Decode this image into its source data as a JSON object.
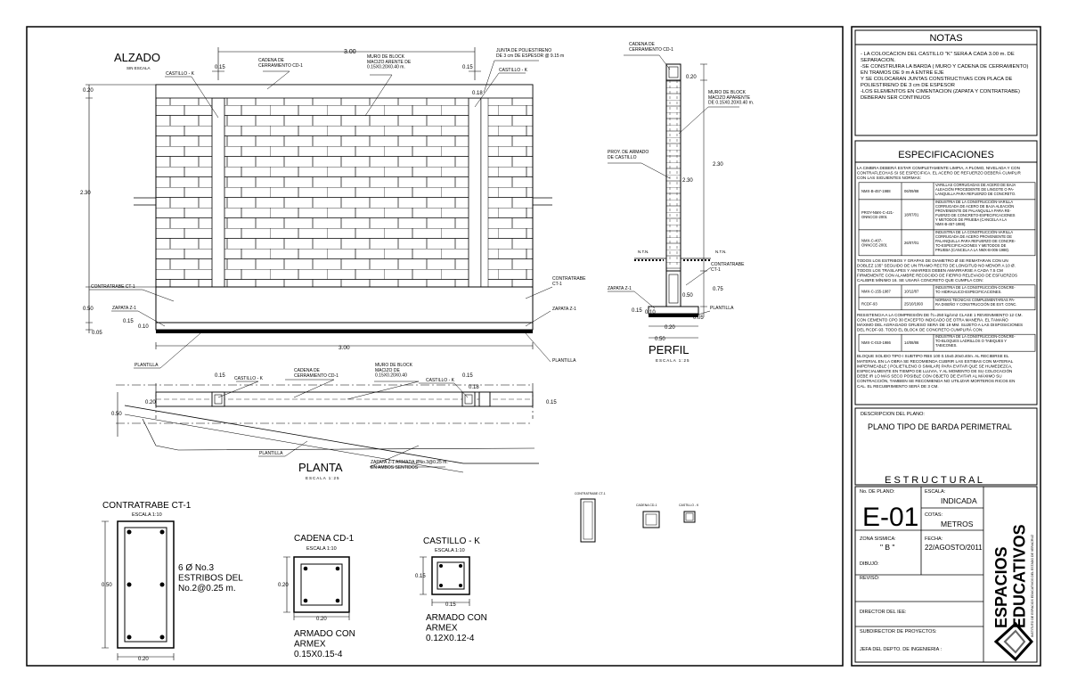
{
  "alzado": {
    "title": "ALZADO",
    "scale": "SIN ESCALA",
    "dim_total": "3.00",
    "dim_castillo_left": "0.15",
    "dim_castillo_right": "0.15",
    "dim_top": "0.20",
    "dim_height": "2.30",
    "dim_contratrabe": "0.50",
    "dim_bottom": "0.05",
    "dim_zapata_a": "0.15",
    "dim_zapata_b": "0.10",
    "dim_bottom_total": "3.00",
    "dim_joint": "0.18",
    "label_castillo_left": "CASTILLO - K",
    "label_castillo_right": "CASTILLO - K",
    "label_cadena": "CADENA DE\nCERRAMIENTO CD-1",
    "label_muro": "MURO DE BLOCK\nMACIZO ARENTE DE\n0.15X0.20X0.40 m.",
    "label_junta": "JUNTA DE POLIESTIRENO\nDE 3 cm DE ESPESOR @ 9.15 m",
    "label_contratrabe_l": "CONTRATRABE CT-1",
    "label_contratrabe_r": "CONTRATRABE\nCT-1",
    "label_zapata_l": "ZAPATA Z-1",
    "label_zapata_r": "ZAPATA Z-1",
    "label_plantilla_l": "PLANTILLA",
    "label_plantilla_r": "PLANTILLA"
  },
  "planta": {
    "title": "PLANTA",
    "scale": "ESCALA 1:25",
    "dim_c1": "0.15",
    "dim_c2": "0.15",
    "dim_joint": "0.18",
    "dim_width": "0.50",
    "dim_left": "0.20",
    "dim_right": "0.15",
    "label_castillo_l": "CASTILLO - K",
    "label_castillo_r": "CASTILLO - K",
    "label_cadena": "CADENA DE\nCERRAMIENTO CD-1",
    "label_muro": "MURO DE BLOCK\nMACIZO DE\n0.15X0.20X0.40",
    "label_plantilla": "PLANTILLA",
    "label_zapata": "ZAPATA Z-1 ARMADA ØNo.3@0.25 m.\nEN AMBOS SENTIDOS"
  },
  "perfil": {
    "title": "PERFIL",
    "scale": "ESCALA 1:25",
    "label_cadena": "CADENA DE\nCERRAMIENTO CD-1",
    "label_muro": "MURO DE BLOCK\nMACIZO APARENTE\nDE 0.15X0.20X0.40 m.",
    "label_proy": "PROY. DE ARMADO\nDE CASTILLO",
    "label_ntn_l": "N.T.N.",
    "label_ntn_r": "N.T.N.",
    "label_contratrabe": "CONTRATRABE\nCT-1",
    "label_zapata": "ZAPATA Z-1",
    "label_plantilla": "PLANTILLA",
    "dim_top": "0.20",
    "dim_height": "2.30",
    "dim_075": "0.75",
    "dim_050v": "0.50",
    "dim_005": "0.05",
    "dim_015": "0.15",
    "dim_010": "0.10",
    "dim_020": "0.20",
    "dim_050h": "0.50"
  },
  "contratrabe": {
    "title": "CONTRATRABE CT-1",
    "scale": "ESCALA 1:10",
    "rebar": "6 Ø No.3\nESTRIBOS DEL\nNo.2@0.25 m.",
    "dim_h": "0.50",
    "dim_w": "0.20"
  },
  "cadena": {
    "title": "CADENA CD-1",
    "scale": "ESCALA 1:10",
    "dim_h": "0.20",
    "dim_w": "0.20",
    "caption": "ARMADO CON\nARMEX\n0.15X0.15-4"
  },
  "castillo": {
    "title": "CASTILLO - K",
    "scale": "ESCALA 1:10",
    "dim_h": "0.15",
    "dim_w": "0.15",
    "caption": "ARMADO CON\nARMEX\n0.12X0.12-4"
  },
  "mini": {
    "ct_label": "CONTRATRABE CT-1",
    "cd_label": "CADENA CD-1",
    "ck_label": "CASTILLO - K"
  },
  "notas": {
    "title": "NOTAS",
    "lines": [
      "- LA COLOCACION DEL CASTILLO \"K\" SERA A CADA 3.00 m. DE",
      "SEPARACION.",
      "-SE CONSTRUIRA LA BARDA  ( MURO Y CADENA DE CERRAMIENTO)",
      "EN TRAMOS DE 9 m A ENTRE EJE",
      "Y SE COLOCARAN JUNTAS CONSTRUCTIVAS CON PLACA DE",
      "POLIESTIRENO DE 3 cm DE ESPESOR",
      "-LOS ELEMENTOS EN CIMENTACION (ZAPATA Y CONTRATRABE)",
      "DEBERAN SER CONTINUOS"
    ]
  },
  "especificaciones": {
    "title": "ESPECIFICACIONES",
    "intro": [
      "LA CIMBRA DEBERÁ ESTAR COMPLETAMENTE LIMPIA, A PLOMO, NIVELADA Y CON",
      "CONTRAFLECHAS SI SE ESPECIFICA. EL ACERO DE REFUERZO DEBERÁ CUMPLIR",
      "CON LAS SIGUIENTES NORMAS:"
    ],
    "table1": [
      {
        "code": "NMX-B-457-1988",
        "date": "06/09/88",
        "desc": [
          "VARILLAS CORRUGADAS DE ACERO DE BAJA",
          "ALEACIÓN PROCEDENTE DE LINGOTE O PA-",
          "LANQUILLA PARA REFUERZO DE CONCRETO."
        ]
      },
      {
        "code": "PROY-NMX-C-421-\nONNCCE-2001",
        "date": "18/07/01",
        "desc": [
          "INDUSTRIA DE LA CONSTRUCCIÓN-VARILLA",
          "CORRUGADA DE ACERO DE BAJA ALEACIÓN",
          "PROVENIENTE DE PALANQUILLA PARA RE-",
          "FUERZO DE CONCRETO-ESPECIFICACIONES",
          "Y METODOS DE PRUEBA (CANCELA A LA",
          "NMX-B-457-1988)."
        ]
      },
      {
        "code": "NMX-C-407-\nONNCCE-2001",
        "date": "26/07/01",
        "desc": [
          "INDUSTRIA DE LA CONSTRUCCIÓN-VARILLA",
          "CORRUGADA DE ACERO PROVENIENTE DE",
          "PALANQUILLA PARA REFUERZO DE CONCRE-",
          "TO-ESPECIFICACIONES Y METODOS DE",
          "PRUEBA (CANCELA A LA NMX-B-006-1988)."
        ]
      }
    ],
    "middle": [
      "TODOS LOS ESTRIBOS Y GRAPAS DE DIAMETRO Ø SE REMATARAN CON UN",
      "DOBLEZ 135° SEGUIDO DE UN TRAMO RECTO DE LONGITUD NO MENOR A 10 Ø.",
      "TODOS LOS TRASLAPES Y AMARRES DEBEN AMARRARSE A CADA 7.5 CM",
      "FIRMEMENTE CON ALAMBRE RECOCIDO DE FIERRO RELEVADO DE ESFUERZOS",
      "CALIBRE MÍNIMO 16. SE USARÁ CONCRETO QUE CUMPLA CON:"
    ],
    "table2": [
      {
        "code": "NMX-C-155-1987",
        "date": "10/12/87",
        "desc": [
          "INDUSTRIA DE LA CONSTRUCCIÓN-CONCRE-",
          "TO HIDRAULICO-ESPECIFICACIONES."
        ]
      },
      {
        "code": "RCDF-93",
        "date": "25/10/1993",
        "desc": [
          "NORMAS TECNICAS COMPLEMENTARIAS PA-",
          "RA DISEÑO Y CONSTRUCCIÓN DE EST. CONC."
        ]
      }
    ],
    "middle2": [
      "RESISTENCIA A LA COMPRESIÓN DE f'c=250 kg/cm2 CLASE 1 REVENIMIENTO 12 CM.",
      "CON CEMENTO CPO 30 EXCEPTO INDICADO DE OTRA MANERA. EL TAMAÑO",
      "MÁXIMO DEL  AGRAGADO GRUESO SERÁ DE 19 MM. SUJETO A LAS DISPOSICIONES",
      "DEL RCDF-93. TODO EL BLOCK DE CONCRETO CUMPLIRÁ CON:"
    ],
    "table3": [
      {
        "code": "NMX-C-010-1986",
        "date": "14/08/86",
        "desc": [
          "INDUSTRIA DE LA CONSTRUCCIÓN-CONCRE-",
          "TO-BLOQUES LADRILLOS O TABIQUES Y",
          "TABICONES."
        ]
      }
    ],
    "outro": [
      "BLOQUE SOLIDO TIPO I SUBTIPO RBS 100 0.15x0.20x0.40m. AL RECIBIRSE EL",
      "MATERIAL EN LA OBRA SE RECOMIENDA CUBRIR LAS ESTIBAS CON MATERIAL",
      "IMPERMEABLE ( POLIETILENO O SIMILAR) PARA EVITAR QUE SE HUMEDEZCA,",
      "ESPECIALMENTE EN  TIEMPO DE LLUVIA, Y AL MOMENTO DE SU COLOCACIÓN",
      "DEBE IR LO MÁS SECO POSIBLE CON OBJETO DE EVITAR AL MÁXIMO SU",
      "CONTRACCIÓN, TAMBIEN SE RECOMIENDA NO  UTILIZAR MORTEROS RICOS EN",
      "CAL. EL RECUBRIMIENTO SERÁ DE 3 CM."
    ]
  },
  "titleblock": {
    "desc_label": "DESCRIPCION DEL PLANO:",
    "desc_value": "PLANO TIPO DE BARDA PERIMETRAL",
    "discipline": "E S T R U C T U R A L",
    "plano_label": "No. DE PLANO:",
    "plano_value": "E-01",
    "escala_label": "ESCALA:",
    "escala_value": "INDICADA",
    "cotas_label": "COTAS:",
    "cotas_value": "METROS",
    "zona_label": "ZONA SISMICA:",
    "zona_value": "\" B \"",
    "fecha_label": "FECHA:",
    "fecha_value": "22/AGOSTO/2011",
    "dibujo_label": "DIBUJÓ:",
    "reviso_label": "REVISÓ:",
    "director_label": "DIRECTOR DEL IEE:",
    "subdirector_label": "SUBDIRECTOR DE PROYECTOS:",
    "jefa_label": "JEFA DEL DEPTO. DE INGENIERIA :",
    "logo_text": "ESPACIOS\nEDUCATIVOS",
    "logo_sub": "INSTITUTO DE ESPACIOS EDUCATIVOS DEL ESTADO DE VERACRUZ"
  }
}
